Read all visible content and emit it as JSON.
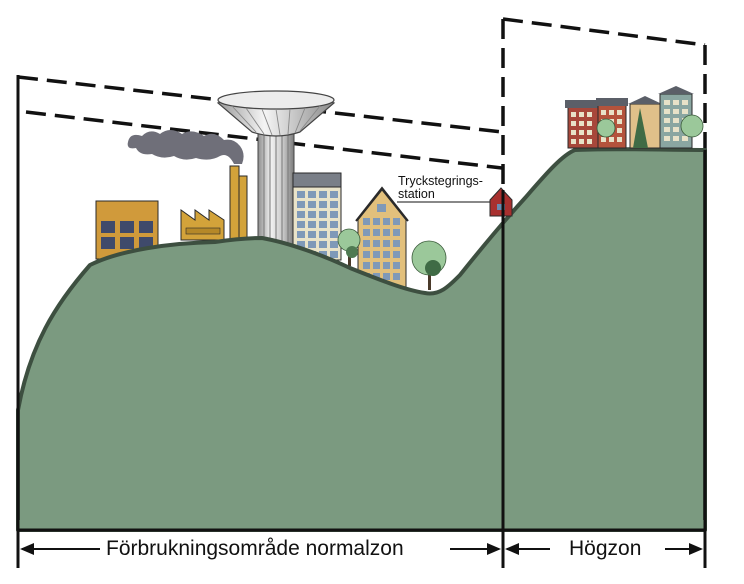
{
  "labels": {
    "station_line1": "Tryckstegrings-",
    "station_line2": "station",
    "normal_zone": "Förbrukningsområde normalzon",
    "high_zone": "Högzon"
  },
  "colors": {
    "hill": "#7b9a80",
    "hill_edge": "#3d4f40",
    "outline": "#111111",
    "station": "#a8302f",
    "smoke": "#6f6f79"
  }
}
